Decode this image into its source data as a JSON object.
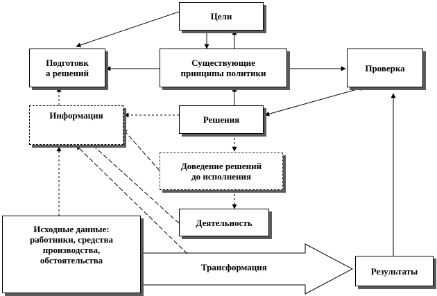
{
  "nodes": {
    "goals": "Цели",
    "prep": "Подготовк\nа решений",
    "principles": "Существующие\nпринципы политики",
    "check": "Проверка",
    "info": "Информация",
    "decisions": "Решения",
    "bringing": "Доведение решений\nдо исполнения",
    "activity": "Деятельность",
    "initial": "Исходные данные:\nработники, средства\nпроизводства,\nобстоятельства",
    "results": "Результаты"
  },
  "labels": {
    "transformation": "Трансформация"
  }
}
